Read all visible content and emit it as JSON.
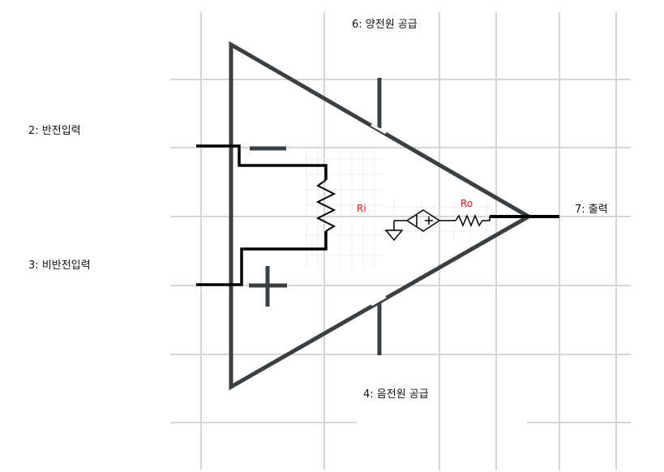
{
  "labels": {
    "positive_supply": "6: 양전원 공급",
    "inverting_input": "2: 반전입력",
    "non_inverting_input": "3: 비반전입력",
    "output": "7: 출력",
    "negative_supply": "4: 음전원 공급",
    "input_resistance": "Ri",
    "output_resistance": "Ro",
    "minus_symbol": "−",
    "plus_symbol": "+",
    "source_plus": "+"
  },
  "colors": {
    "triangle": "#3a3f44",
    "wire": "#000000",
    "grid_major": "#d6d6d6",
    "grid_minor": "#ececec",
    "red_label": "#d01818"
  }
}
